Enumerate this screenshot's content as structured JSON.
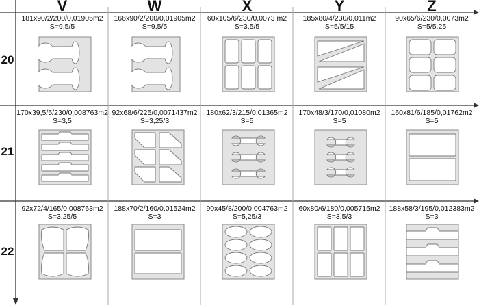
{
  "columns": [
    "V",
    "W",
    "X",
    "Y",
    "Z"
  ],
  "rows": [
    {
      "label": "20",
      "cells": [
        {
          "spec": "181x90/2/200/0,01905m2",
          "s": "S=9,5/5"
        },
        {
          "spec": "166x90/2/200/0,01905m2",
          "s": "S=9,5/5"
        },
        {
          "spec": "60x105/6/230/0,0073 m2",
          "s": "S=3,5/5"
        },
        {
          "spec": "185x80/4/230/0,011m2",
          "s": "S=5/5/15"
        },
        {
          "spec": "90x65/6/230/0,0073m2",
          "s": "S=5/5,25"
        }
      ]
    },
    {
      "label": "21",
      "cells": [
        {
          "spec": "170x39,5/5/230/0,008763m2",
          "s": "S=3,5"
        },
        {
          "spec": "92x68/6/225/0,0071437m2",
          "s": "S=3,25/3"
        },
        {
          "spec": "180x62/3/215/0,01365m2",
          "s": "S=5"
        },
        {
          "spec": "170x48/3/170/0,01080m2",
          "s": "S=5"
        },
        {
          "spec": "160x81/6/185/0,01762m2",
          "s": "S=5"
        }
      ]
    },
    {
      "label": "22",
      "cells": [
        {
          "spec": "92x72/4/165/0,008763m2",
          "s": "S=3,25/5"
        },
        {
          "spec": "188x70/2/160/0,01524m2",
          "s": "S=3"
        },
        {
          "spec": "90x45/8/200/0,004763m2",
          "s": "S=5,25/3"
        },
        {
          "spec": "60x80/6/180/0,005715m2",
          "s": "S=3,5/3"
        },
        {
          "spec": "188x58/3/195/0,012383m2",
          "s": "S=3"
        }
      ]
    }
  ]
}
